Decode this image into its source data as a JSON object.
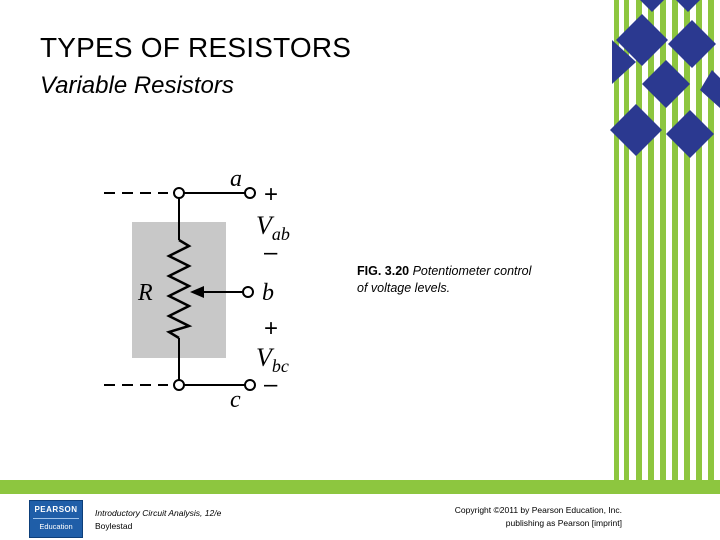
{
  "slide": {
    "title": "TYPES OF RESISTORS",
    "subtitle": "Variable Resistors"
  },
  "figure": {
    "label_a": "a",
    "label_b": "b",
    "label_c": "c",
    "label_R": "R",
    "plus_top": "+",
    "minus_top": "–",
    "plus_bottom": "+",
    "minus_bottom": "–",
    "vab_base": "V",
    "vab_sub": "ab",
    "vbc_base": "V",
    "vbc_sub": "bc"
  },
  "caption": {
    "fig_number": "FIG. 3.20",
    "line1_rest": " Potentiometer control",
    "line2": "of voltage levels."
  },
  "footer": {
    "book_line1": "Introductory Circuit Analysis, 12/e",
    "book_line2": "Boylestad",
    "copyright_line1": "Copyright ©2011 by Pearson Education, Inc.",
    "copyright_line2": "publishing as Pearson [imprint]",
    "logo_top": "PEARSON",
    "logo_bottom": "Education"
  },
  "colors": {
    "accent_green": "#8dc63f",
    "accent_navy": "#2b3990",
    "resistor_fill": "#c8c8c8",
    "logo_blue": "#1f5ea8"
  }
}
